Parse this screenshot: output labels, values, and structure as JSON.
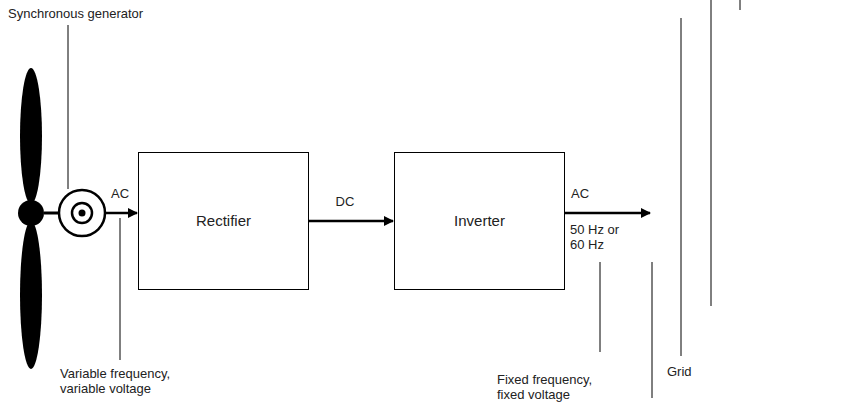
{
  "diagram": {
    "nodes": [
      {
        "text": [
          "Rectifier"
        ]
      },
      {
        "text": [
          "Inverter"
        ]
      }
    ],
    "edges": [
      {
        "from": 0,
        "to": 1,
        "label": "DC",
        "arrow": "to"
      }
    ],
    "labels": [
      "Synchronous generator",
      "AC",
      "Variable frequency, variable voltage",
      "AC",
      "50 Hz or 60 Hz",
      "Fixed frequency, fixed voltage",
      "Grid"
    ]
  }
}
